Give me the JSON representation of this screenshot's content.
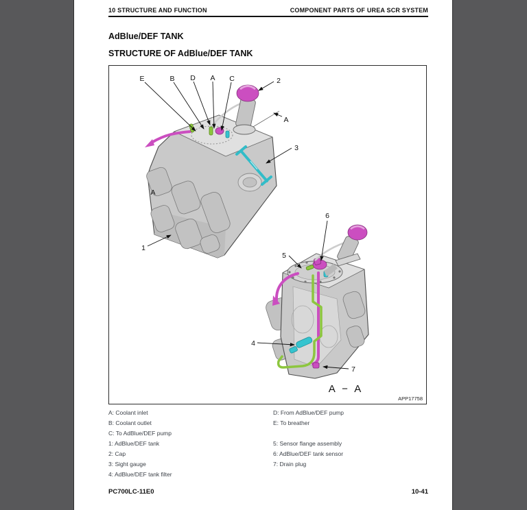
{
  "page": {
    "header": {
      "left": "10 STRUCTURE AND FUNCTION",
      "right": "COMPONENT PARTS OF UREA SCR SYSTEM"
    },
    "title": "AdBlue/DEF TANK",
    "subtitle": "STRUCTURE OF AdBlue/DEF TANK",
    "footer": {
      "left": "PC700LC-11E0",
      "right": "10-41"
    }
  },
  "figure": {
    "image_code": "APP17758",
    "section_label": "A − A",
    "callouts": {
      "e": "E",
      "b": "B",
      "d": "D",
      "a_top": "A",
      "c": "C",
      "n2": "2",
      "a_right": "A",
      "n3": "3",
      "a_left": "A",
      "n1": "1",
      "n6": "6",
      "n5": "5",
      "n4": "4",
      "n7": "7"
    }
  },
  "legend": {
    "left": [
      "A: Coolant inlet",
      "B: Coolant outlet",
      "C: To AdBlue/DEF pump",
      "1: AdBlue/DEF tank",
      "2: Cap",
      "3: Sight gauge",
      "4: AdBlue/DEF tank filter"
    ],
    "right": [
      "D: From AdBlue/DEF pump",
      "E: To breather",
      "",
      "5: Sensor flange assembly",
      "6: AdBlue/DEF tank sensor",
      "7: Drain plug"
    ]
  },
  "colors": {
    "accent_magenta": "#cb4ec0",
    "accent_green": "#8dc63f",
    "accent_cyan": "#35c4cf",
    "tank_gray": "#c9c9c9",
    "viewer_background": "#58585a"
  }
}
